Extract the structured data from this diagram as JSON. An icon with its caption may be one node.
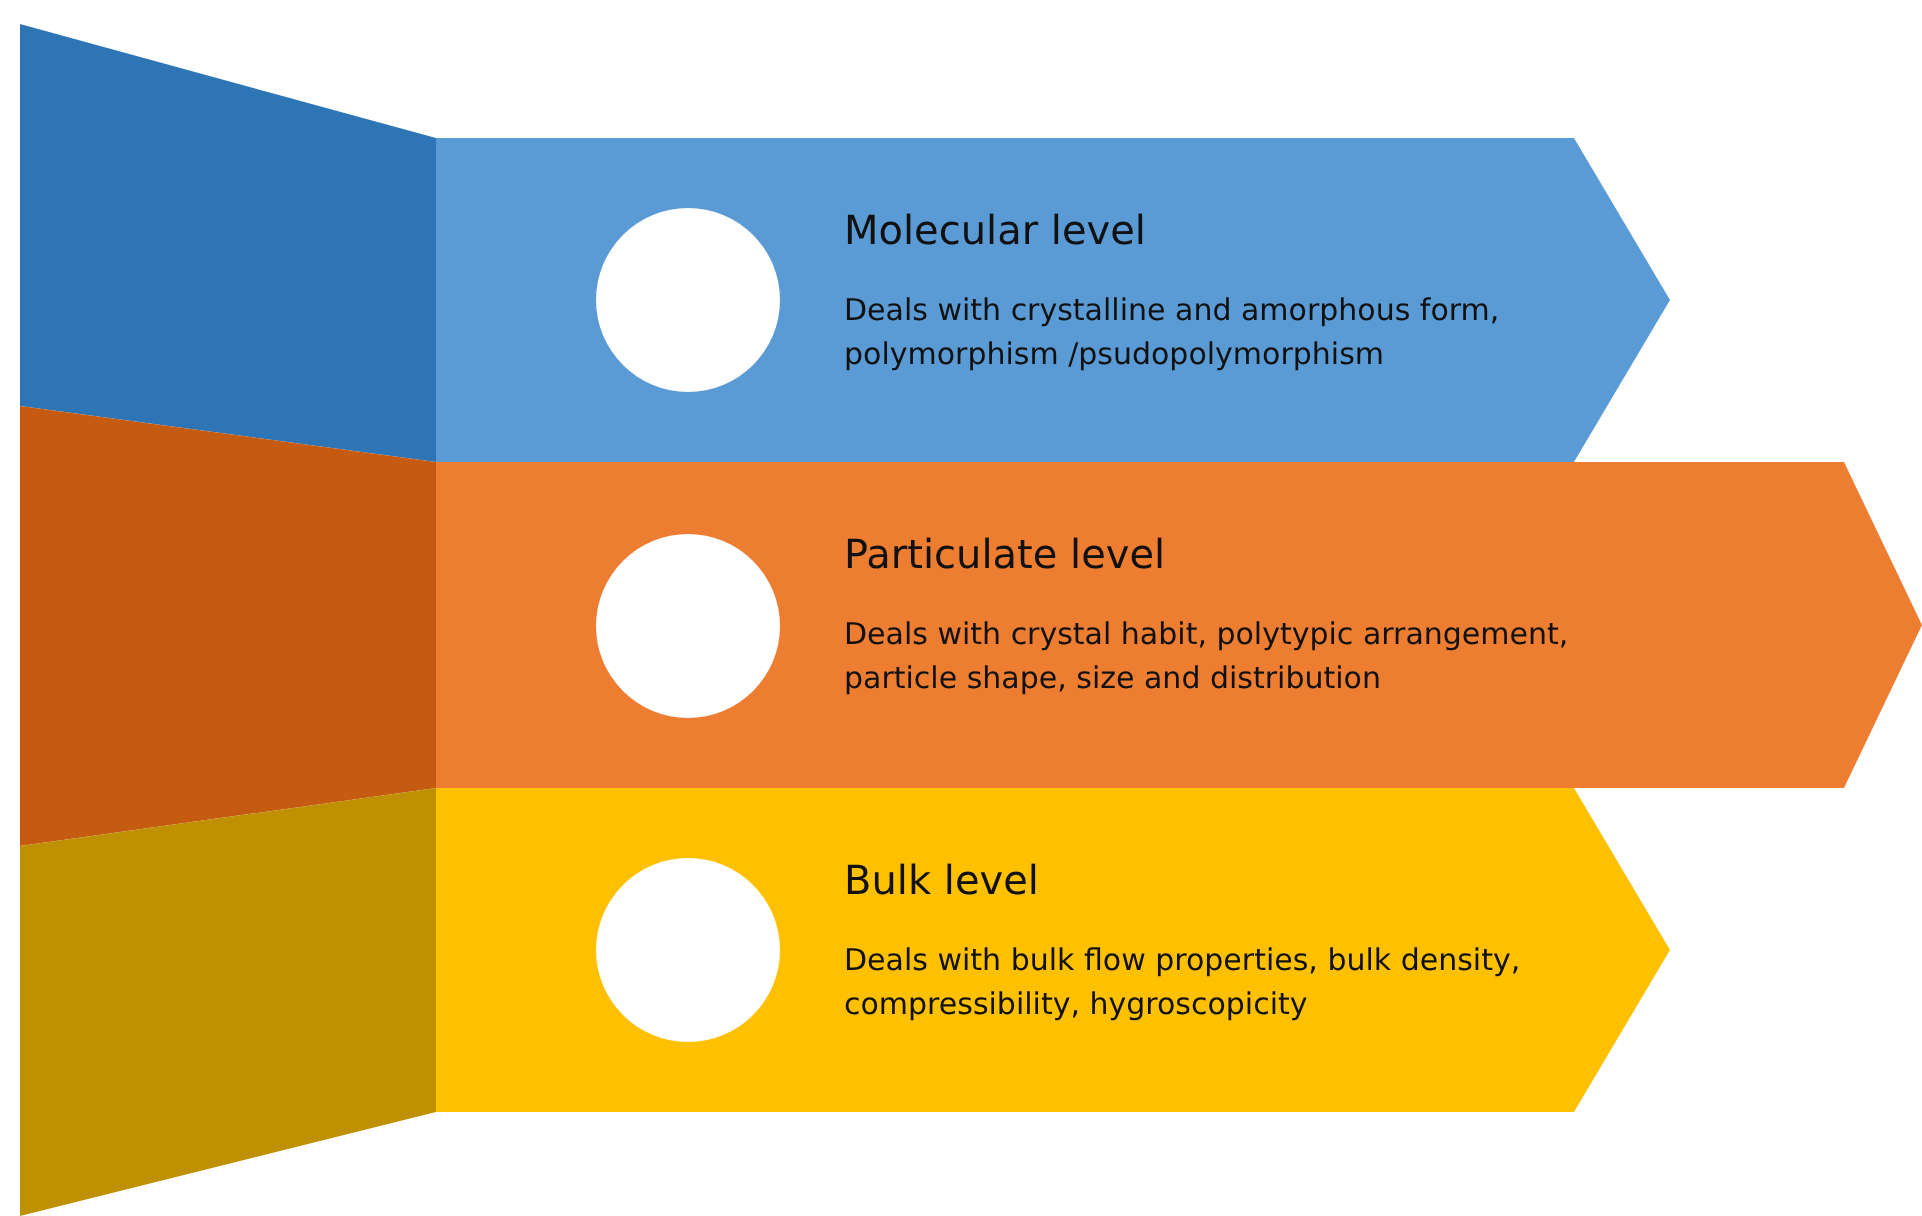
{
  "diagram": {
    "nodes": [
      {
        "text": [
          "Molecular level",
          "Deals with crystalline and amorphous form, polymorphism /psudopolymorphism"
        ]
      },
      {
        "text": [
          "Particulate level",
          "Deals with crystal habit, polytypic arrangement, particle shape, size and distribution"
        ]
      },
      {
        "text": [
          "Bulk level",
          "Deals with bulk flow properties, bulk density, compressibility, hygroscopicity"
        ]
      }
    ]
  }
}
